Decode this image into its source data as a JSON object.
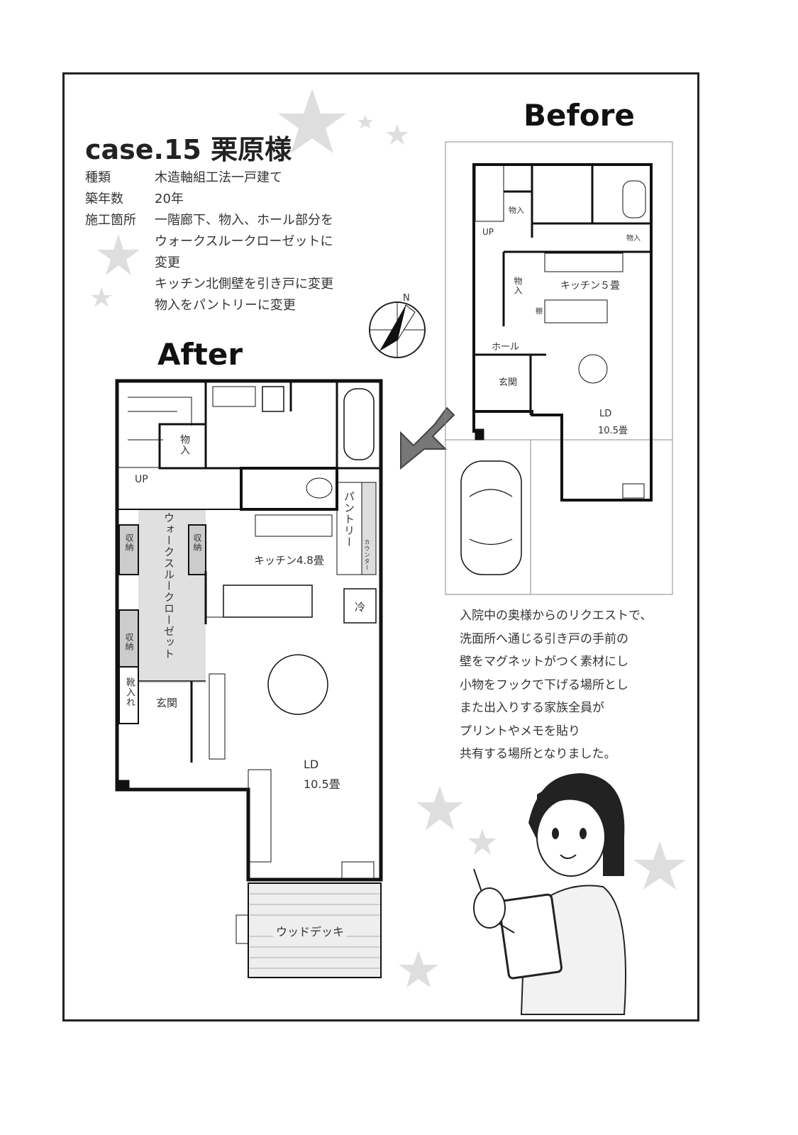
{
  "header": {
    "title": "case.15 栗原様",
    "info": [
      {
        "key": "種類",
        "value": "木造軸組工法一戸建て"
      },
      {
        "key": "築年数",
        "value": "20年"
      },
      {
        "key": "施工箇所",
        "lines": [
          "一階廊下、物入、ホール部分を",
          "ウォークスルークローゼットに",
          "変更",
          "キッチン北側壁を引き戸に変更",
          "物入をパントリーに変更"
        ]
      }
    ]
  },
  "before": {
    "heading": "Before",
    "labels": {
      "storage1": "物入",
      "up": "UP",
      "storage2": "物入",
      "storage3": "物入",
      "kitchen": "キッチン５畳",
      "shelf": "棚",
      "hall": "ホール",
      "entrance": "玄関",
      "ld": "LD",
      "ld_size": "10.5畳"
    }
  },
  "after": {
    "heading": "After",
    "labels": {
      "storage": "物入",
      "up": "UP",
      "pantry": "パントリー",
      "counter": "カウンター",
      "closet": "ウォークスルークローゼット",
      "shuno1": "収納",
      "shuno2": "収納",
      "shuno3": "収納",
      "kitchen": "キッチン4.8畳",
      "fridge": "冷",
      "shoes": "靴入れ",
      "entrance": "玄関",
      "ld": "LD",
      "ld_size": "10.5畳",
      "deck": "ウッドデッキ"
    }
  },
  "compass": {
    "label": "N",
    "icon": "compass-north-icon"
  },
  "note": {
    "lines": [
      "入院中の奥様からのリクエストで、",
      "洗面所へ通じる引き戸の手前の",
      "壁をマグネットがつく素材にし",
      "小物をフックで下げる場所とし",
      "また出入りする家族全員が",
      "プリントやメモを貼り",
      "共有する場所となりました。"
    ]
  },
  "colors": {
    "wall": "#111111",
    "star": "#d8d8d8",
    "closet_fill": "#dcdcdc",
    "arrow": "#555555"
  }
}
